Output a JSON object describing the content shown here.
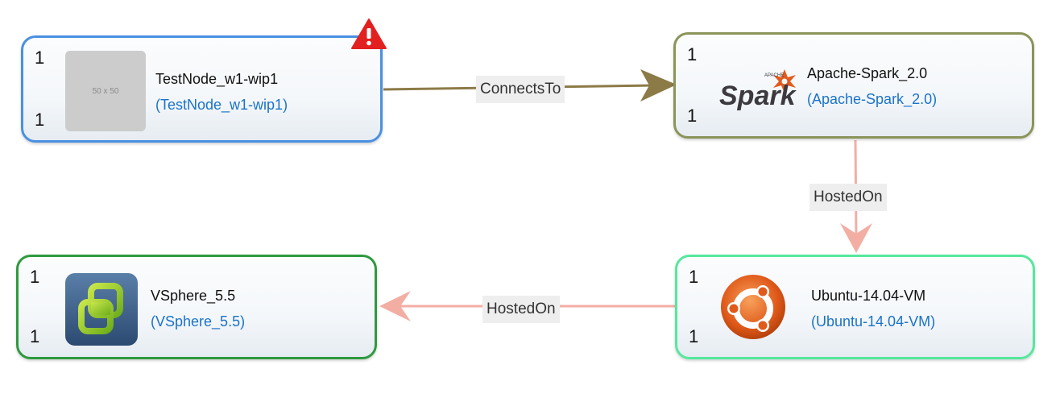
{
  "colors": {
    "node_testnode_border": "#4a90e2",
    "node_spark_border": "#8b9459",
    "node_ubuntu_border": "#55e89e",
    "node_vsphere_border": "#2e9a3e",
    "edge_connects": "#8c7a47",
    "edge_hosted": "#f3aea4",
    "type_text": "#1a73c8",
    "warning_red": "#e32020"
  },
  "nodes": {
    "testnode": {
      "count_top": "1",
      "count_bottom": "1",
      "name": "TestNode_w1-wip1",
      "type": "(TestNode_w1-wip1)",
      "placeholder_text": "50 x 50",
      "warning_icon": "warning-icon"
    },
    "spark": {
      "count_top": "1",
      "count_bottom": "1",
      "name": "Apache-Spark_2.0",
      "type": "(Apache-Spark_2.0)",
      "logo_small_text": "APACHE",
      "logo_text": "Spark",
      "icon": "spark-logo-icon"
    },
    "ubuntu": {
      "count_top": "1",
      "count_bottom": "1",
      "name": "Ubuntu-14.04-VM",
      "type": "(Ubuntu-14.04-VM)",
      "icon": "ubuntu-logo-icon"
    },
    "vsphere": {
      "count_top": "1",
      "count_bottom": "1",
      "name": "VSphere_5.5",
      "type": "(VSphere_5.5)",
      "icon": "vsphere-logo-icon"
    }
  },
  "edges": {
    "connects_to": {
      "label": "ConnectsTo"
    },
    "spark_hosted_on": {
      "label": "HostedOn"
    },
    "ubuntu_hosted_on": {
      "label": "HostedOn"
    }
  }
}
